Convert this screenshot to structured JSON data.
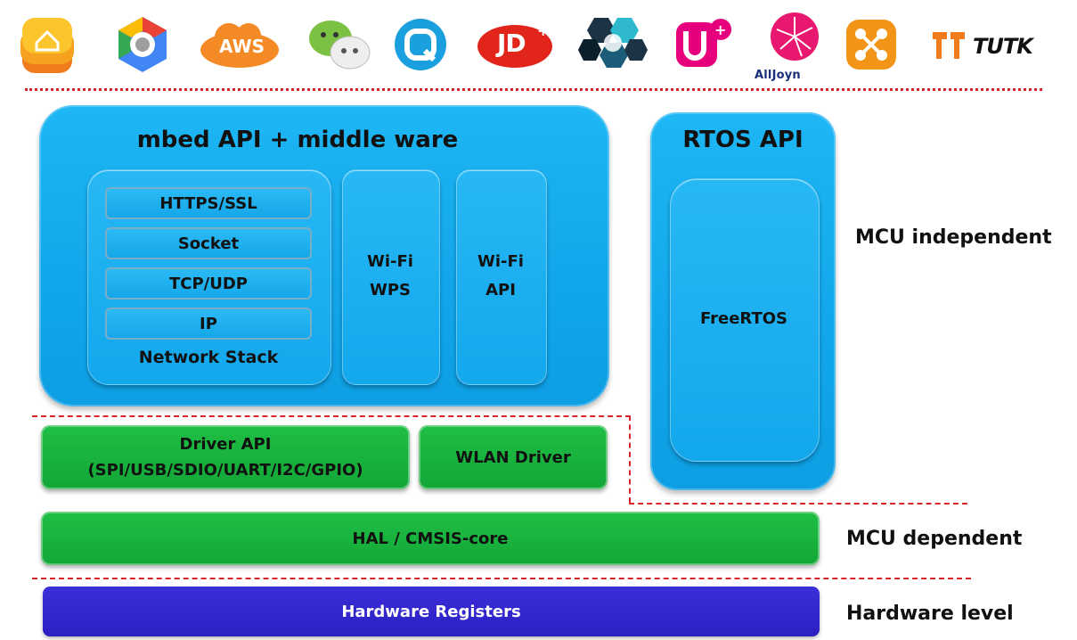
{
  "logos": {
    "aws_text": "AWS",
    "jd_text": "JD",
    "alljoyn_caption": "AllJoyn",
    "tutk_text": "TUTK"
  },
  "diagram": {
    "mbed_title": "mbed API + middle ware",
    "network_rows": [
      "HTTPS/SSL",
      "Socket",
      "TCP/UDP",
      "IP"
    ],
    "network_stack_label": "Network Stack",
    "wifi_wps": [
      "Wi-Fi",
      "WPS"
    ],
    "wifi_api": [
      "Wi-Fi",
      "API"
    ],
    "rtos_title": "RTOS API",
    "freertos": "FreeRTOS",
    "driver_api": [
      "Driver API",
      "(SPI/USB/SDIO/UART/I2C/GPIO)"
    ],
    "wlan_driver": "WLAN Driver",
    "hal": "HAL / CMSIS-core",
    "hardware_registers": "Hardware Registers"
  },
  "levels": {
    "mcu_independent": "MCU independent",
    "mcu_dependent": "MCU dependent",
    "hardware_level": "Hardware level"
  },
  "colors": {
    "blue": "#14a9ee",
    "green": "#18b03c",
    "indigo": "#2e24c9",
    "red_line": "#d9232a"
  }
}
